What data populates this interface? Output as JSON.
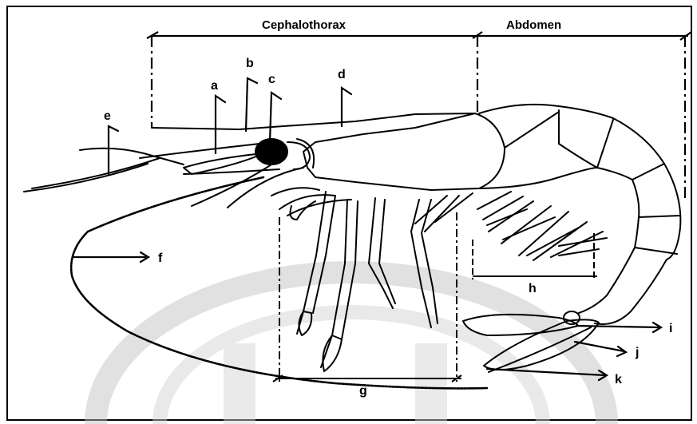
{
  "regions": {
    "cephalothorax": "Cephalothorax",
    "abdomen": "Abdomen"
  },
  "labels": [
    "a",
    "b",
    "c",
    "d",
    "e",
    "f",
    "g",
    "h",
    "i",
    "j",
    "k"
  ],
  "watermark": {
    "description": "faded circular institutional seal (decorative, no legible text)",
    "color": "#cccccc"
  },
  "colors": {
    "ink": "#000000",
    "paper": "#ffffff"
  }
}
